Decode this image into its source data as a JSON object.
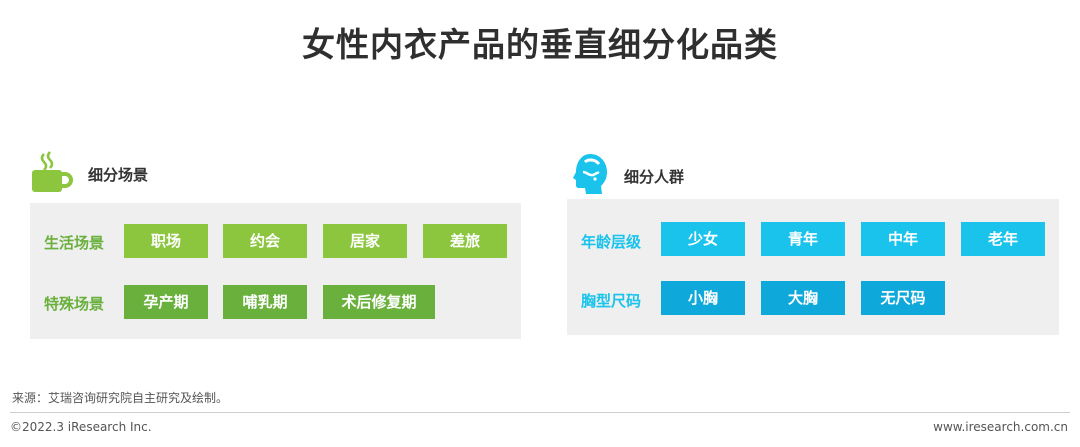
{
  "title": "女性内衣产品的垂直细分化品类",
  "colors": {
    "green_light": "#8cc63f",
    "green_dark": "#6ab03d",
    "blue_light": "#19c3ec",
    "blue_dark": "#0ea8db",
    "panel_bg": "#efefef"
  },
  "left": {
    "icon": "coffee-cup-icon",
    "heading": "细分场景",
    "rows": [
      {
        "label": "生活场景",
        "tags": [
          "职场",
          "约会",
          "居家",
          "差旅"
        ]
      },
      {
        "label": "特殊场景",
        "tags": [
          "孕产期",
          "哺乳期",
          "术后修复期"
        ]
      }
    ]
  },
  "right": {
    "icon": "head-profile-icon",
    "heading": "细分人群",
    "rows": [
      {
        "label": "年龄层级",
        "tags": [
          "少女",
          "青年",
          "中年",
          "老年"
        ]
      },
      {
        "label": "胸型尺码",
        "tags": [
          "小胸",
          "大胸",
          "无尺码"
        ]
      }
    ]
  },
  "footer": {
    "source": "来源：艾瑞咨询研究院自主研究及绘制。",
    "copyright": "©2022.3 iResearch Inc.",
    "website": "www.iresearch.com.cn"
  }
}
